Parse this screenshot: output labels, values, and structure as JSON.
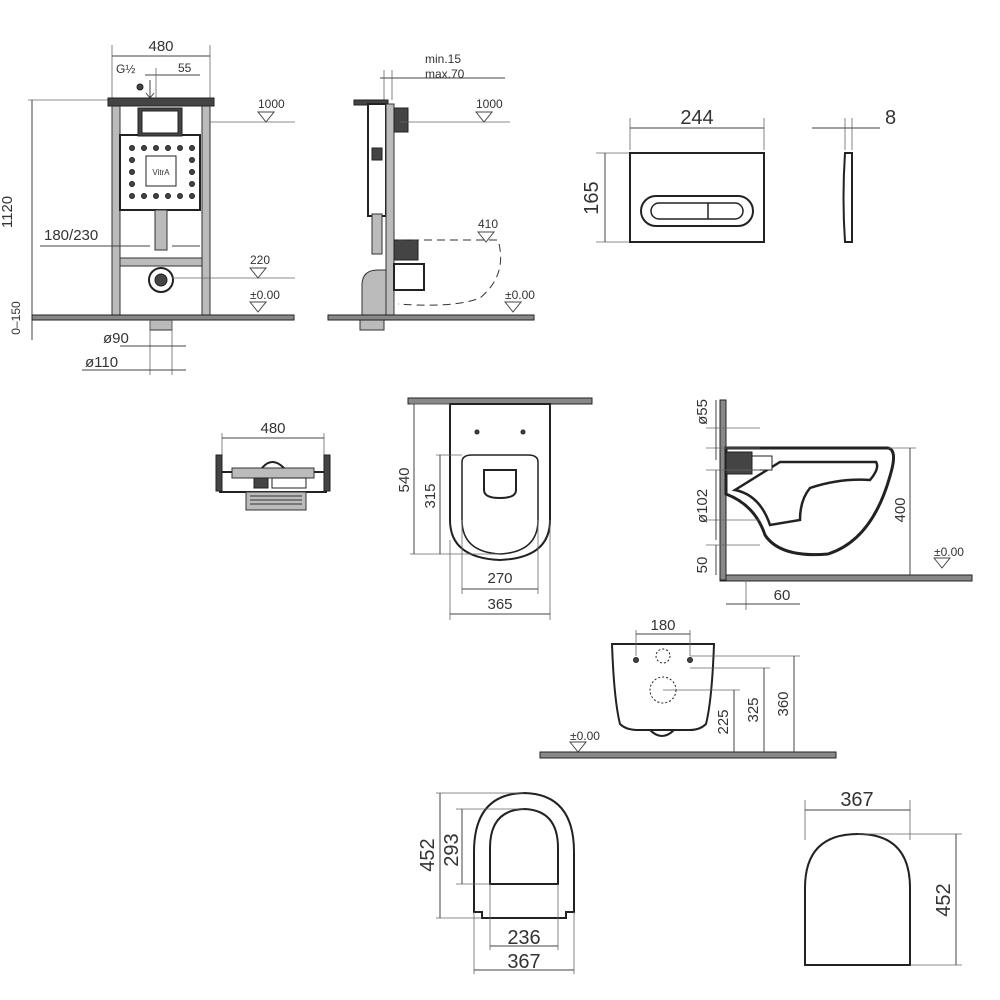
{
  "frame_front": {
    "width": "480",
    "thread": "G½",
    "offset": "55",
    "height": "1120",
    "floor_range": "0–150",
    "level_top": "1000",
    "level_mid": "220",
    "level_floor": "±0.00",
    "bolt_spacing": "180/230",
    "pipe_inner": "ø90",
    "pipe_outer": "ø110",
    "brand": "VitrA"
  },
  "frame_side": {
    "depth_min": "min.15",
    "depth_max": "max.70",
    "level_top": "1000",
    "level_bowl": "410",
    "level_floor": "±0.00"
  },
  "flush_plate": {
    "width": "244",
    "height": "165",
    "thickness": "8"
  },
  "frame_top": {
    "width": "480"
  },
  "bowl_top": {
    "length": "540",
    "seat_length": "315",
    "seat_width": "270",
    "width": "365"
  },
  "bowl_side": {
    "outlet": "ø55",
    "pipe": "ø102",
    "height": "400",
    "base": "50",
    "offset": "60",
    "level_floor": "±0.00"
  },
  "bowl_rear": {
    "bolt_spacing": "180",
    "h1": "225",
    "h2": "325",
    "h3": "360",
    "level_floor": "±0.00"
  },
  "seat_ring": {
    "length": "452",
    "inner_length": "293",
    "inner_width": "236",
    "width": "367"
  },
  "seat_cover": {
    "width": "367",
    "length": "452"
  }
}
